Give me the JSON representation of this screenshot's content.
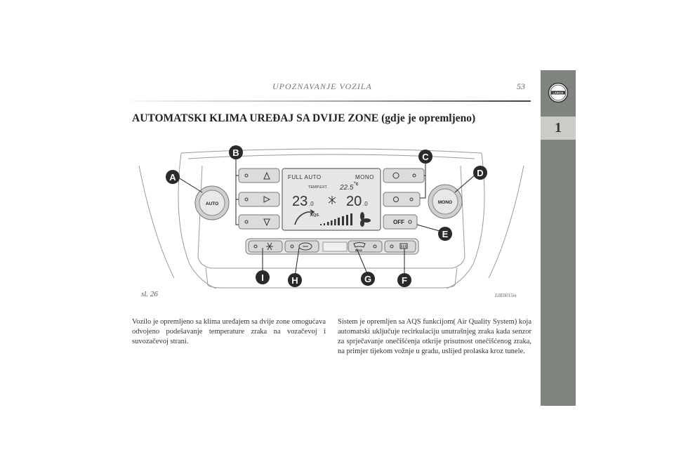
{
  "header": {
    "title": "UPOZNAVANJE VOZILA",
    "page_number": "53"
  },
  "sidebar": {
    "chapter_number": "1",
    "logo_text": "LANCIA"
  },
  "heading": "AUTOMATSKI KLIMA UREĐAJ SA  DVIJE ZONE (gdje je opremljeno)",
  "figure": {
    "caption": "sl. 26",
    "code": "L0E0015m",
    "callouts": {
      "A": "A",
      "B": "B",
      "C": "C",
      "D": "D",
      "E": "E",
      "F": "F",
      "G": "G",
      "H": "H",
      "I": "I"
    },
    "display": {
      "full_auto": "FULL AUTO",
      "mono": "MONO",
      "temp_ext_label": "TEMP.EXT.",
      "temp_ext_value": "22.5",
      "unit": "°c",
      "left_temp": "23",
      "left_temp_dec": ".0",
      "right_temp": "20",
      "right_temp_dec": ".0",
      "aqs": "AQS"
    },
    "buttons": {
      "auto": "AUTO",
      "mono": "MONO",
      "off": "OFF",
      "max": "MAX"
    }
  },
  "body": {
    "left": "Vozilo je opremljeno sa klima uređajem sa dvije zone omogućava odvojeno podešavanje temperature zraka na vozačevoj i suvozačevoj strani.",
    "right": "Sistem je opremljen sa AQS funkcijom( Air Quality System) koja automatski uključuje recirkulaciju unutrašnjeg zraka kada senzor za sprječavanje onečišćenja otkrije prisutnost onečišćenog zraka, na primjer tijekom vožnje u gradu, uslijed prolaska kroz tunele."
  }
}
